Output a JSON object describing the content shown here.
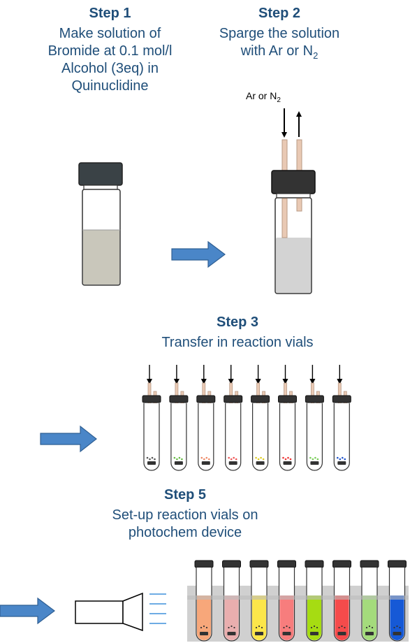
{
  "step1": {
    "title": "Step 1",
    "lines": [
      "Make solution of",
      "Bromide at 0.1 mol/l",
      "Alcohol (3eq) in",
      "Quinuclidine"
    ]
  },
  "step2": {
    "title": "Step 2",
    "lines": [
      "Sparge the solution"
    ],
    "gas_prefix": "with Ar or N",
    "gas_sub": "2",
    "gas_label_prefix": "Ar or N",
    "gas_label_sub": "2"
  },
  "step3": {
    "title": "Step 3",
    "lines": [
      "Transfer in reaction vials"
    ],
    "vial_dot_colors": [
      "#555555",
      "#66bb44",
      "#ee8866",
      "#ee5555",
      "#ddcc22",
      "#ee3333",
      "#77cc55",
      "#2255cc"
    ]
  },
  "step5": {
    "title": "Step 5",
    "lines": [
      "Set-up reaction vials on",
      "photochem device"
    ],
    "vial_liquid_colors": [
      "#f7a77a",
      "#e9aeae",
      "#fce64a",
      "#f77d7d",
      "#a6dc12",
      "#f54b4b",
      "#a4db7c",
      "#1659d6"
    ]
  },
  "colors": {
    "heading": "#1f4e79",
    "arrow_fill": "#4a86c8",
    "arrow_stroke": "#2f5f93",
    "cap": "#3a4246",
    "solution": "#c9c7bb",
    "sparged_solution": "#d3d3d3",
    "needle": "#e9c9b4",
    "tray": "#d0d0d0",
    "light_rays": "#5aa0e0"
  }
}
